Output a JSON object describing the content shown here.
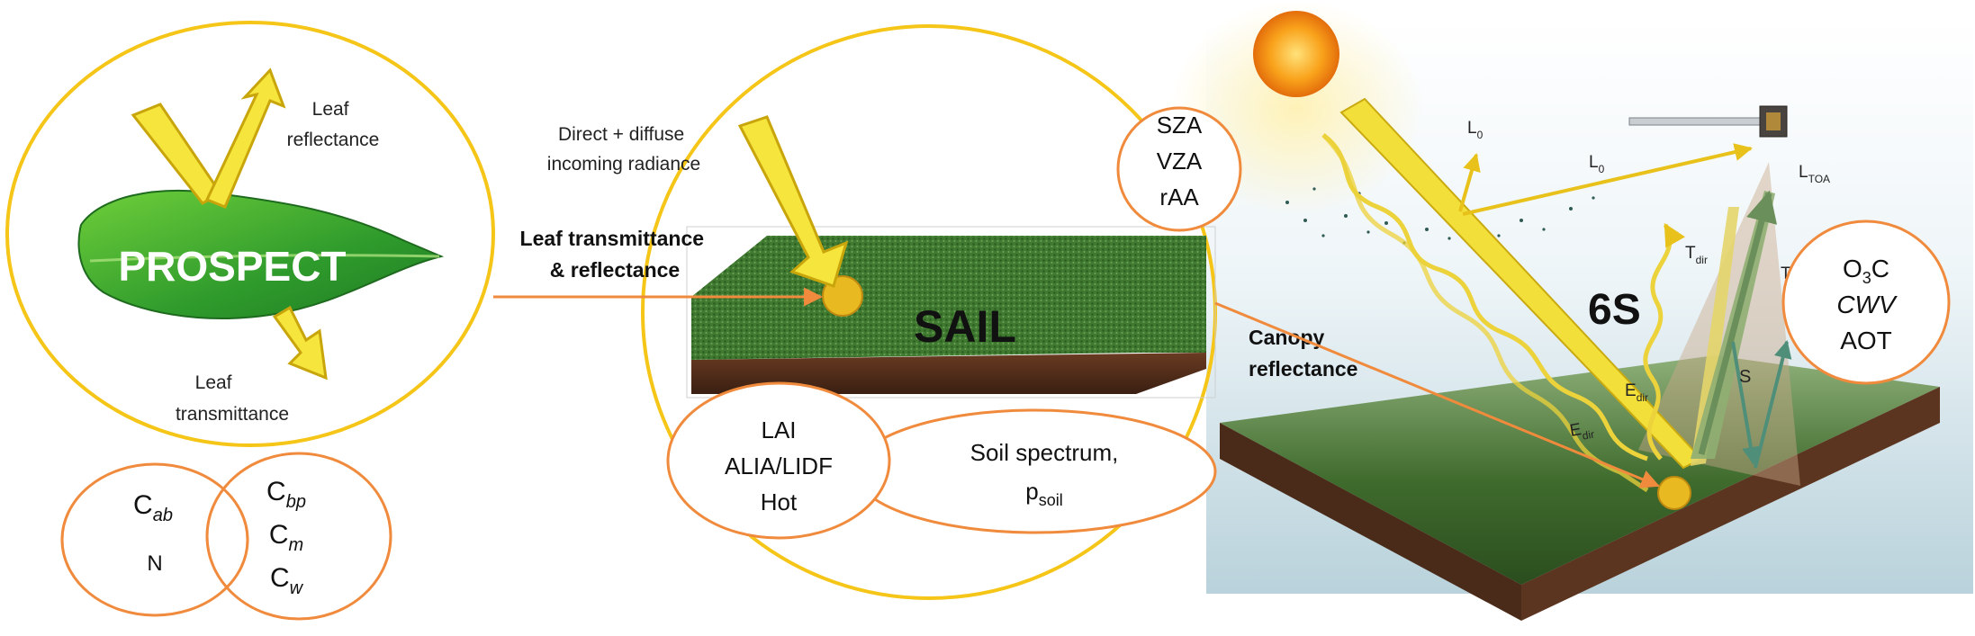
{
  "prospect": {
    "title": "PROSPECT",
    "leaf_reflectance": [
      "Leaf",
      "reflectance"
    ],
    "leaf_transmittance": [
      "Leaf",
      "transmittance"
    ],
    "params_left": {
      "c_ab_base": "C",
      "c_ab_sub": "ab",
      "n": "N"
    },
    "params_right": {
      "c_bp_base": "C",
      "c_bp_sub": "bp",
      "c_m_base": "C",
      "c_m_sub": "m",
      "c_w_base": "C",
      "c_w_sub": "w"
    }
  },
  "sail": {
    "title": "SAIL",
    "incoming": [
      "Direct + diffuse",
      "incoming radiance"
    ],
    "leaf_tr": [
      "Leaf transmittance",
      "& reflectance"
    ],
    "geometry": [
      "SZA",
      "VZA",
      "rAA"
    ],
    "canopy_params": [
      "LAI",
      "ALIA/LIDF",
      "Hot"
    ],
    "soil": {
      "line1": "Soil spectrum,",
      "p_base": "p",
      "p_sub": "soil"
    }
  },
  "sixs": {
    "title": "6S",
    "canopy_reflectance": [
      "Canopy",
      "reflectance"
    ],
    "atmos_params": {
      "o3c_base": "O",
      "o3c_sub": "3",
      "o3c_tail": "C",
      "cwv": "CWV",
      "aot": "AOT"
    },
    "labels": {
      "l0_a": {
        "base": "L",
        "sub": "0"
      },
      "l0_b": {
        "base": "L",
        "sub": "0"
      },
      "ltoa": {
        "base": "L",
        "sub": "TOA"
      },
      "tdir_a": {
        "base": "T",
        "sub": "dir"
      },
      "tdir_b": {
        "base": "T",
        "sub": "dir"
      },
      "edir_a": {
        "base": "E",
        "sub": "dir"
      },
      "edir_b": {
        "base": "E",
        "sub": "dir"
      },
      "s": "S"
    }
  },
  "colors": {
    "circle_yellow": "#f5c518",
    "ellipse_orange": "#f08a3c",
    "arrow_orange": "#f08a3c",
    "leaf_green": "#3aa335",
    "canopy_green": "#3d6b2a"
  }
}
